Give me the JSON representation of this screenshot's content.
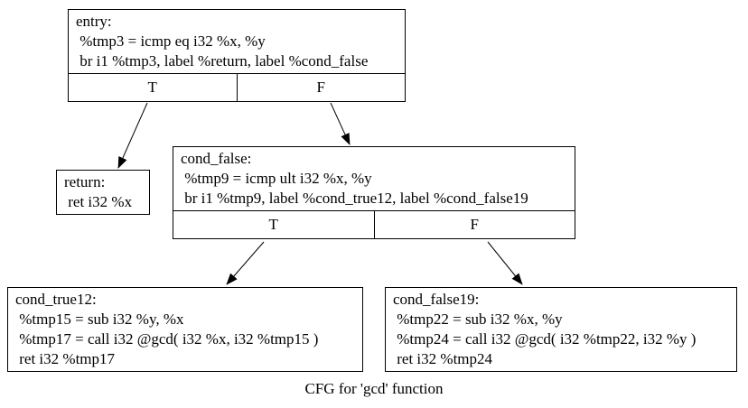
{
  "caption": "CFG for 'gcd' function",
  "nodes": {
    "entry": {
      "label": "entry:",
      "instructions": [
        " %tmp3 = icmp eq i32 %x, %y",
        " br i1 %tmp3, label %return, label %cond_false"
      ],
      "ports": {
        "true": "T",
        "false": "F"
      }
    },
    "return": {
      "label": "return:",
      "instructions": [
        " ret i32 %x"
      ]
    },
    "cond_false": {
      "label": "cond_false:",
      "instructions": [
        " %tmp9 = icmp ult i32 %x, %y",
        " br i1 %tmp9, label %cond_true12, label %cond_false19"
      ],
      "ports": {
        "true": "T",
        "false": "F"
      }
    },
    "cond_true12": {
      "label": "cond_true12:",
      "instructions": [
        " %tmp15 = sub i32 %y, %x",
        " %tmp17 = call i32 @gcd( i32 %x, i32 %tmp15 )",
        " ret i32 %tmp17"
      ]
    },
    "cond_false19": {
      "label": "cond_false19:",
      "instructions": [
        " %tmp22 = sub i32 %x, %y",
        " %tmp24 = call i32 @gcd( i32 %tmp22, i32 %y )",
        " ret i32 %tmp24"
      ]
    }
  },
  "edges": [
    {
      "from": "entry",
      "port": "T",
      "to": "return"
    },
    {
      "from": "entry",
      "port": "F",
      "to": "cond_false"
    },
    {
      "from": "cond_false",
      "port": "T",
      "to": "cond_true12"
    },
    {
      "from": "cond_false",
      "port": "F",
      "to": "cond_false19"
    }
  ],
  "colors": {
    "node_border": "#000000",
    "edge": "#000000",
    "text": "#000000",
    "background": "#ffffff"
  }
}
